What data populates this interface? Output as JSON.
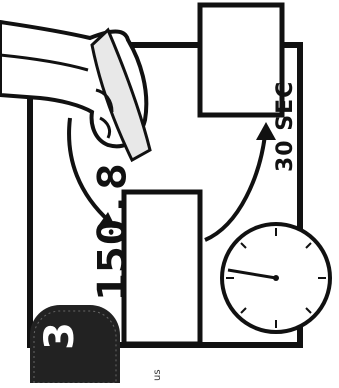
{
  "caption": "30 SEC",
  "display_reading": "150.8",
  "step_number": "3",
  "corner_mark": "us"
}
